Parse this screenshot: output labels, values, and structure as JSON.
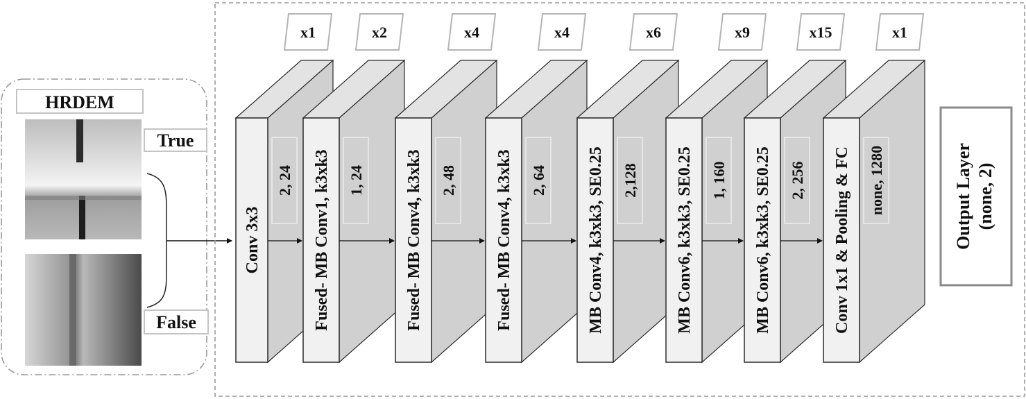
{
  "input_panel": {
    "title": "HRDEM",
    "true_label": "True",
    "false_label": "False"
  },
  "blocks": [
    {
      "repeat": "x1",
      "layer": "Conv 3x3",
      "shape": "2, 24"
    },
    {
      "repeat": "x2",
      "layer": "Fused- MB Conv1, k3xk3",
      "shape": "1, 24"
    },
    {
      "repeat": "x4",
      "layer": "Fused- MB Conv4, k3xk3",
      "shape": "2, 48"
    },
    {
      "repeat": "x4",
      "layer": "Fused- MB Conv4, k3xk3",
      "shape": "2, 64"
    },
    {
      "repeat": "x6",
      "layer": "MB Conv4, k3xk3, SE0.25",
      "shape": "2,128"
    },
    {
      "repeat": "x9",
      "layer": "MB Conv6, k3xk3, SE0.25",
      "shape": "1, 160"
    },
    {
      "repeat": "x15",
      "layer": "MB Conv6, k3xk3, SE0.25",
      "shape": "2, 256"
    },
    {
      "repeat": "x1",
      "layer": "Conv 1x1 & Pooling & FC",
      "shape": "none, 1280"
    }
  ],
  "output": {
    "line1": "Output Layer",
    "line2": "(none, 2)"
  },
  "colors": {
    "block_front": "#f1f1f1",
    "block_top": "#e3e3e3",
    "block_side": "#d0d0d0",
    "border": "#2a2a2a",
    "dashed": "#9a9a9a"
  }
}
